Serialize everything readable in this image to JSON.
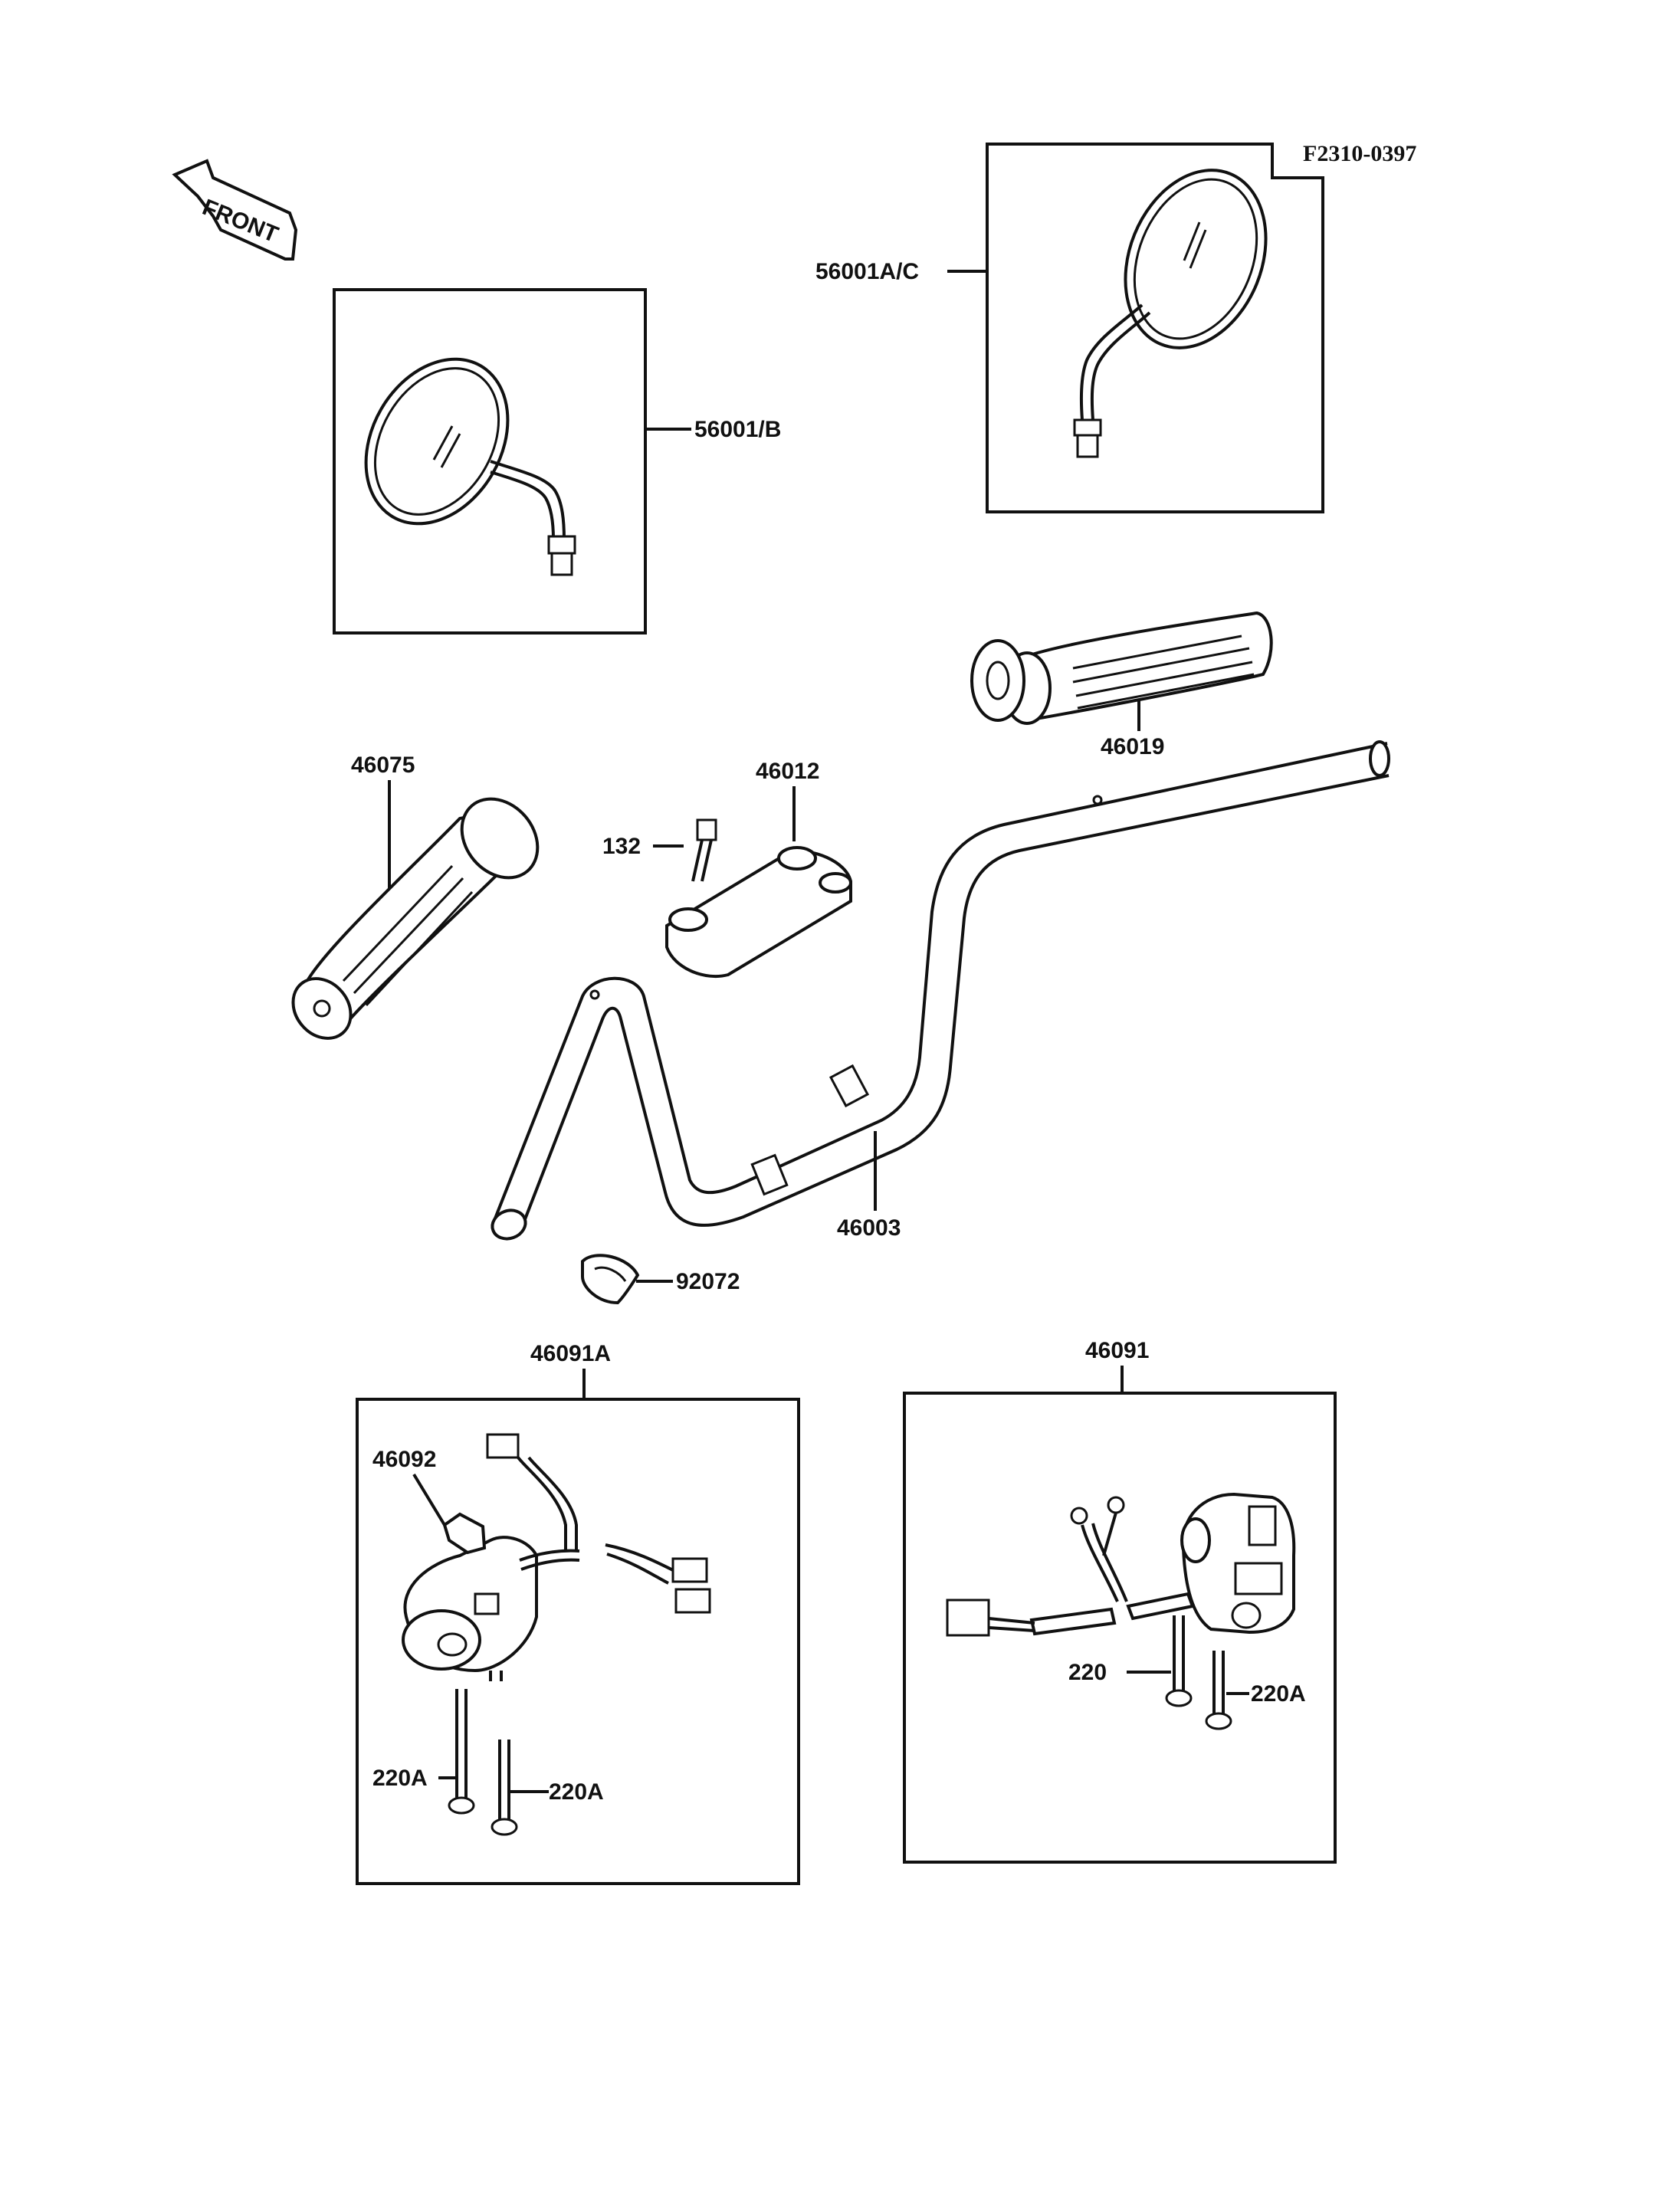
{
  "diagram": {
    "code": "F2310-0397",
    "front_label": "FRONT",
    "labels": {
      "mirror_right": "56001A/C",
      "mirror_left": "56001/B",
      "grip_throttle": "46019",
      "grip_left": "46075",
      "holder": "46012",
      "bolt": "132",
      "handlebar": "46003",
      "clip": "92072",
      "switch_left": "46091A",
      "switch_right": "46091",
      "choke_lever": "46092",
      "screw_l1": "220A",
      "screw_l2": "220A",
      "screw_r1": "220",
      "screw_r2": "220A"
    }
  }
}
